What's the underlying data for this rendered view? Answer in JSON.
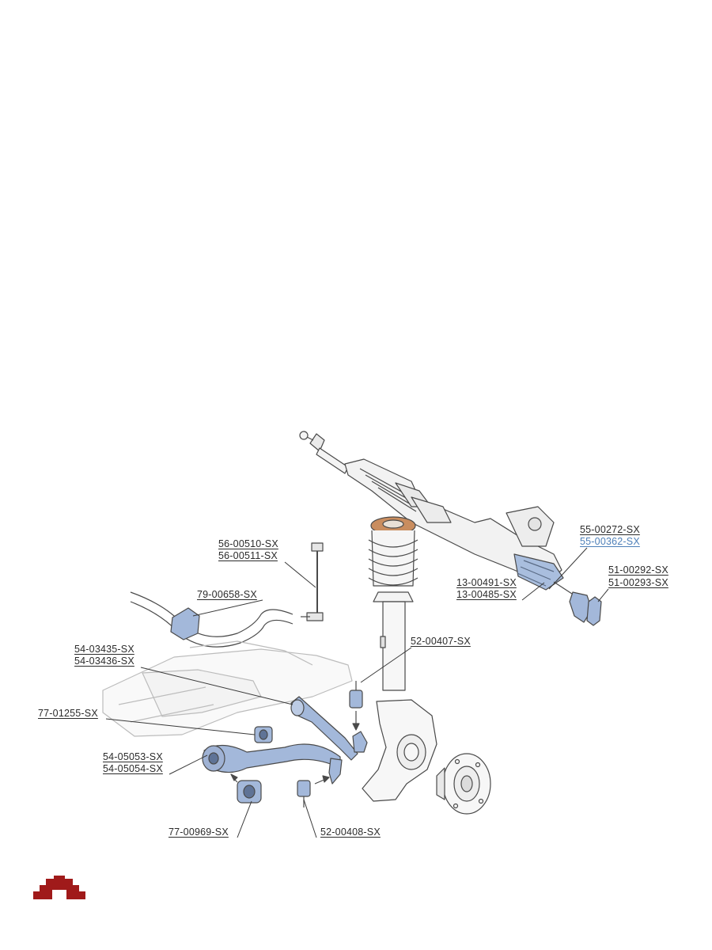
{
  "colors": {
    "line": "#4a4a4a",
    "part_fill": "#f4f4f4",
    "highlight_blue": "#9fb5d8",
    "spring_mount": "#c98d5f",
    "logo_red": "#a01a1a",
    "label_blue": "#4d7fb8"
  },
  "parts": {
    "tie_rod_end_a": "55-00272-SX",
    "tie_rod_end_b": "55-00362-SX",
    "ball_joint_a": "51-00292-SX",
    "ball_joint_b": "51-00293-SX",
    "inner_tie_rod_a": "13-00491-SX",
    "inner_tie_rod_b": "13-00485-SX",
    "stabilizer_link_a": "56-00510-SX",
    "stabilizer_link_b": "56-00511-SX",
    "stabilizer_bushing": "79-00658-SX",
    "control_arm_upper_a": "54-03435-SX",
    "control_arm_upper_b": "54-03436-SX",
    "ball_joint_upper": "52-00407-SX",
    "arm_bushing_small": "77-01255-SX",
    "control_arm_lower_a": "54-05053-SX",
    "control_arm_lower_b": "54-05054-SX",
    "arm_bushing_large": "77-00969-SX",
    "ball_joint_lower": "52-00408-SX"
  },
  "icons": {
    "logo": "gear-logo-icon"
  }
}
